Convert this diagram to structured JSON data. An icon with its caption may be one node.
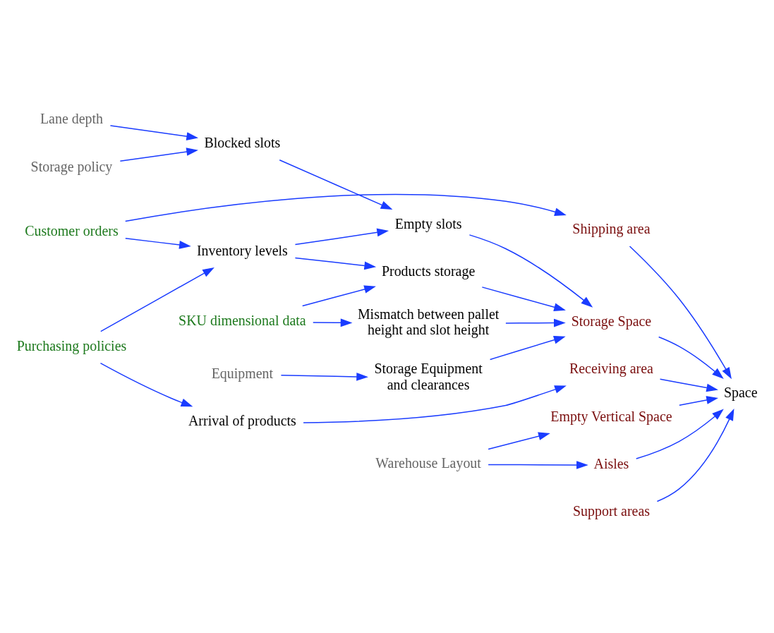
{
  "diagram": {
    "nodes": [
      {
        "text": [
          "SKU dimensional data"
        ]
      },
      {
        "text": [
          "Equipment"
        ]
      },
      {
        "text": [
          "Mismatch between pallet height and slot height"
        ]
      },
      {
        "text": [
          "Products storage"
        ]
      },
      {
        "text": [
          "Storage Equipment and clearances"
        ]
      },
      {
        "text": [
          "Storage policy"
        ]
      },
      {
        "text": [
          "Storage Space"
        ]
      },
      {
        "text": [
          "Blocked slots"
        ]
      },
      {
        "text": [
          "Empty slots"
        ]
      },
      {
        "text": [
          "Lane depth"
        ]
      },
      {
        "text": [
          "Empty Vertical Space"
        ]
      },
      {
        "text": [
          "Space"
        ]
      },
      {
        "text": [
          "Inventory levels"
        ]
      },
      {
        "text": [
          "Warehouse Layout"
        ]
      },
      {
        "text": [
          "Aisles"
        ]
      },
      {
        "text": [
          "Customer orders"
        ]
      },
      {
        "text": [
          "Shipping area"
        ]
      },
      {
        "text": [
          "Purchasing policies"
        ]
      },
      {
        "text": [
          "Receiving area"
        ]
      },
      {
        "text": [
          "Arrival of products"
        ]
      },
      {
        "text": [
          "Support areas"
        ]
      }
    ],
    "edges": [
      {
        "from": 0,
        "to": 2,
        "arrow": "to"
      },
      {
        "from": 0,
        "to": 3,
        "arrow": "to"
      },
      {
        "from": 1,
        "to": 4,
        "arrow": "to"
      },
      {
        "from": 3,
        "to": 6,
        "arrow": "to"
      },
      {
        "from": 2,
        "to": 6,
        "arrow": "to"
      },
      {
        "from": 4,
        "to": 6,
        "arrow": "to"
      },
      {
        "from": 5,
        "to": 7,
        "arrow": "to"
      },
      {
        "from": 9,
        "to": 7,
        "arrow": "to"
      },
      {
        "from": 7,
        "to": 8,
        "arrow": "to"
      },
      {
        "from": 8,
        "to": 6,
        "arrow": "to"
      },
      {
        "from": 12,
        "to": 3,
        "arrow": "to"
      },
      {
        "from": 12,
        "to": 8,
        "arrow": "to"
      },
      {
        "from": 13,
        "to": 10,
        "arrow": "to"
      },
      {
        "from": 13,
        "to": 14,
        "arrow": "to"
      },
      {
        "from": 6,
        "to": 11,
        "arrow": "to"
      },
      {
        "from": 10,
        "to": 11,
        "arrow": "to"
      },
      {
        "from": 14,
        "to": 11,
        "arrow": "to"
      },
      {
        "from": 16,
        "to": 11,
        "arrow": "to"
      },
      {
        "from": 18,
        "to": 11,
        "arrow": "to"
      },
      {
        "from": 20,
        "to": 11,
        "arrow": "to"
      },
      {
        "from": 15,
        "to": 12,
        "arrow": "to"
      },
      {
        "from": 15,
        "to": 16,
        "arrow": "to"
      },
      {
        "from": 17,
        "to": 12,
        "arrow": "to"
      },
      {
        "from": 17,
        "to": 19,
        "arrow": "to"
      },
      {
        "from": 19,
        "to": 18,
        "arrow": "to"
      }
    ]
  }
}
